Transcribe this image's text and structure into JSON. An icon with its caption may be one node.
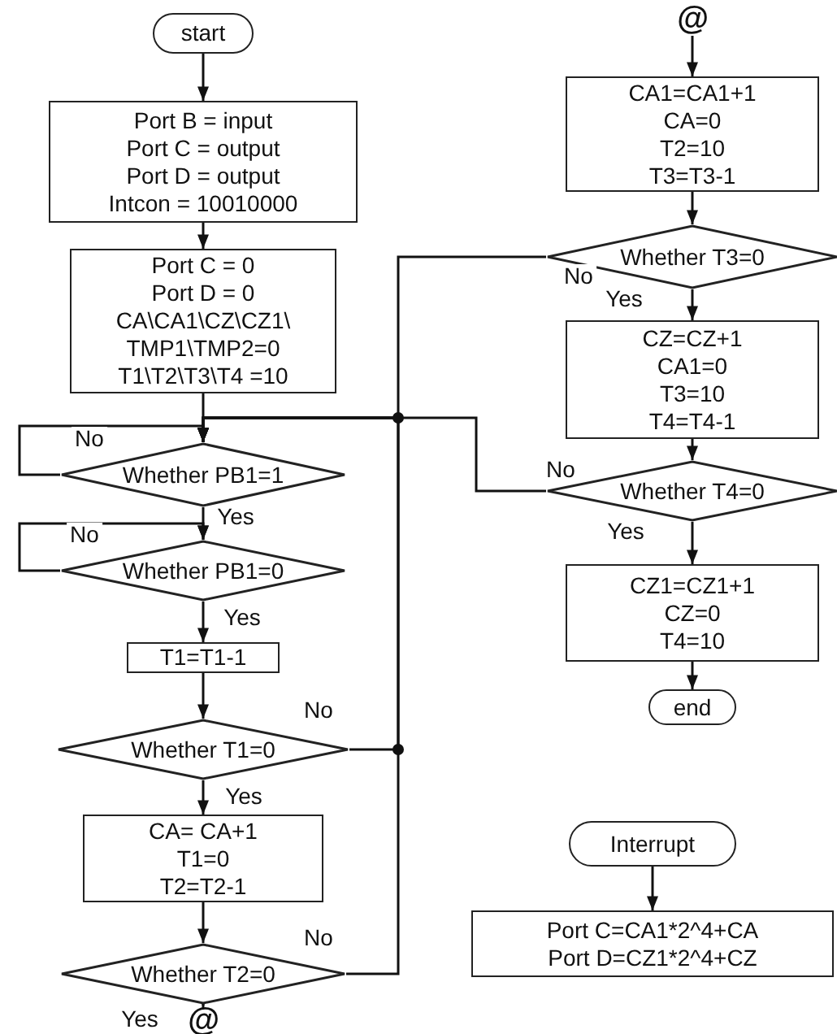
{
  "diagram": {
    "nodes": [
      {
        "text": [
          "start"
        ]
      },
      {
        "text": [
          "Port B = input",
          "Port C = output",
          "Port D = output",
          "Intcon = 10010000"
        ]
      },
      {
        "text": [
          "Port C = 0",
          "Port D = 0",
          "CA\\CA1\\CZ\\CZ1\\ TMP1\\TMP2=0",
          "T1\\T2\\T3\\T4 =10"
        ]
      },
      {
        "text": [
          "Whether PB1=1"
        ]
      },
      {
        "text": [
          "Whether PB1=0"
        ]
      },
      {
        "text": [
          "T1=T1-1"
        ]
      },
      {
        "text": [
          "Whether T1=0"
        ]
      },
      {
        "text": [
          "CA= CA+1",
          "T1=0",
          "T2=T2-1"
        ]
      },
      {
        "text": [
          "Whether T2=0"
        ]
      },
      {
        "text": [
          "@"
        ]
      },
      {
        "text": [
          "@"
        ]
      },
      {
        "text": [
          "CA1=CA1+1",
          "CA=0",
          "T2=10",
          "T3=T3-1"
        ]
      },
      {
        "text": [
          "Whether T3=0"
        ]
      },
      {
        "text": [
          "CZ=CZ+1",
          "CA1=0",
          "T3=10",
          "T4=T4-1"
        ]
      },
      {
        "text": [
          "Whether T4=0"
        ]
      },
      {
        "text": [
          "CZ1=CZ1+1",
          "CZ=0",
          "T4=10"
        ]
      },
      {
        "text": [
          "end"
        ]
      },
      {
        "text": [
          "Interrupt"
        ]
      },
      {
        "text": [
          "Port C=CA1*2^4+CA",
          "Port D=CZ1*2^4+CZ"
        ]
      }
    ],
    "edges": [
      {
        "from": 0,
        "to": 1,
        "arrow": "to"
      },
      {
        "from": 1,
        "to": 2,
        "arrow": "to"
      },
      {
        "from": 2,
        "to": 3,
        "arrow": "to"
      },
      {
        "from": 3,
        "to": 3,
        "arrow": "to",
        "label": "No"
      },
      {
        "from": 3,
        "to": 4,
        "arrow": "to",
        "label": "Yes"
      },
      {
        "from": 4,
        "to": 4,
        "arrow": "to",
        "label": "No"
      },
      {
        "from": 4,
        "to": 5,
        "arrow": "to",
        "label": "Yes"
      },
      {
        "from": 5,
        "to": 6,
        "arrow": "to"
      },
      {
        "from": 6,
        "to": 3,
        "arrow": "to",
        "label": "No"
      },
      {
        "from": 6,
        "to": 7,
        "arrow": "to",
        "label": "Yes"
      },
      {
        "from": 7,
        "to": 8,
        "arrow": "to"
      },
      {
        "from": 8,
        "to": 3,
        "arrow": "to",
        "label": "No"
      },
      {
        "from": 8,
        "to": 9,
        "arrow": "to",
        "label": "Yes"
      },
      {
        "from": 10,
        "to": 11,
        "arrow": "to"
      },
      {
        "from": 11,
        "to": 12,
        "arrow": "to"
      },
      {
        "from": 12,
        "to": 3,
        "arrow": "to",
        "label": "No"
      },
      {
        "from": 12,
        "to": 13,
        "arrow": "to",
        "label": "Yes"
      },
      {
        "from": 13,
        "to": 14,
        "arrow": "to"
      },
      {
        "from": 14,
        "to": 3,
        "arrow": "to",
        "label": "No"
      },
      {
        "from": 14,
        "to": 15,
        "arrow": "to",
        "label": "Yes"
      },
      {
        "from": 15,
        "to": 16,
        "arrow": "to"
      },
      {
        "from": 17,
        "to": 18,
        "arrow": "to"
      }
    ]
  }
}
